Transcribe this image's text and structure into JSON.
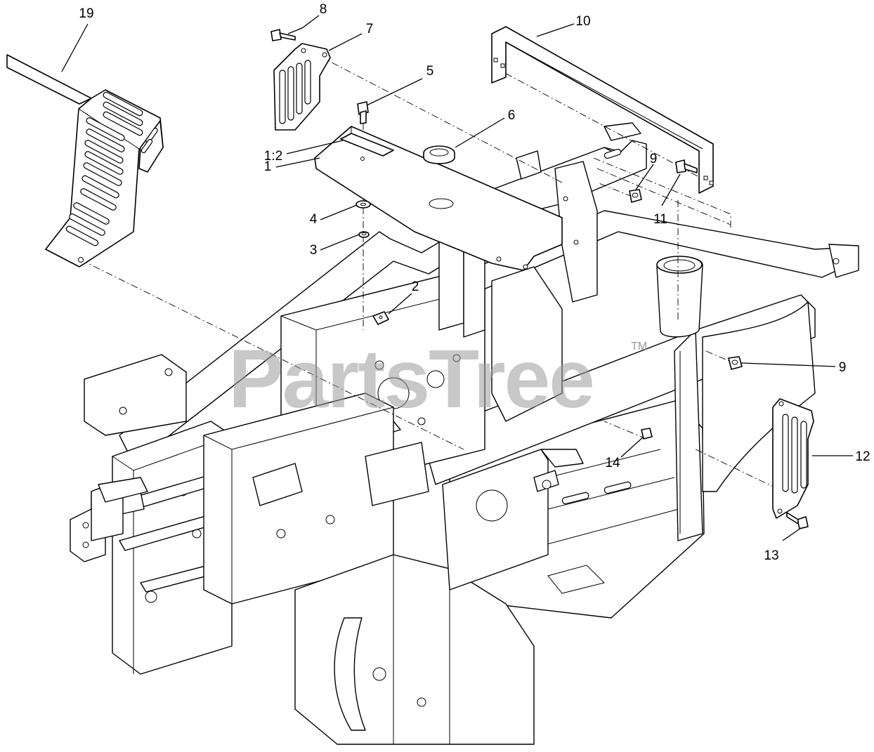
{
  "watermark": {
    "brand": "PartsTree",
    "trademark": "TM"
  },
  "callouts": [
    {
      "id": "c19",
      "label": "19"
    },
    {
      "id": "c8",
      "label": "8"
    },
    {
      "id": "c7",
      "label": "7"
    },
    {
      "id": "c10",
      "label": "10"
    },
    {
      "id": "c5",
      "label": "5"
    },
    {
      "id": "c6",
      "label": "6"
    },
    {
      "id": "c1-2",
      "label": "1:2"
    },
    {
      "id": "c1",
      "label": "1"
    },
    {
      "id": "c9a",
      "label": "9"
    },
    {
      "id": "c11",
      "label": "11"
    },
    {
      "id": "c4",
      "label": "4"
    },
    {
      "id": "c3",
      "label": "3"
    },
    {
      "id": "c2",
      "label": "2"
    },
    {
      "id": "c9b",
      "label": "9"
    },
    {
      "id": "c12",
      "label": "12"
    },
    {
      "id": "c14",
      "label": "14"
    },
    {
      "id": "c13",
      "label": "13"
    }
  ]
}
